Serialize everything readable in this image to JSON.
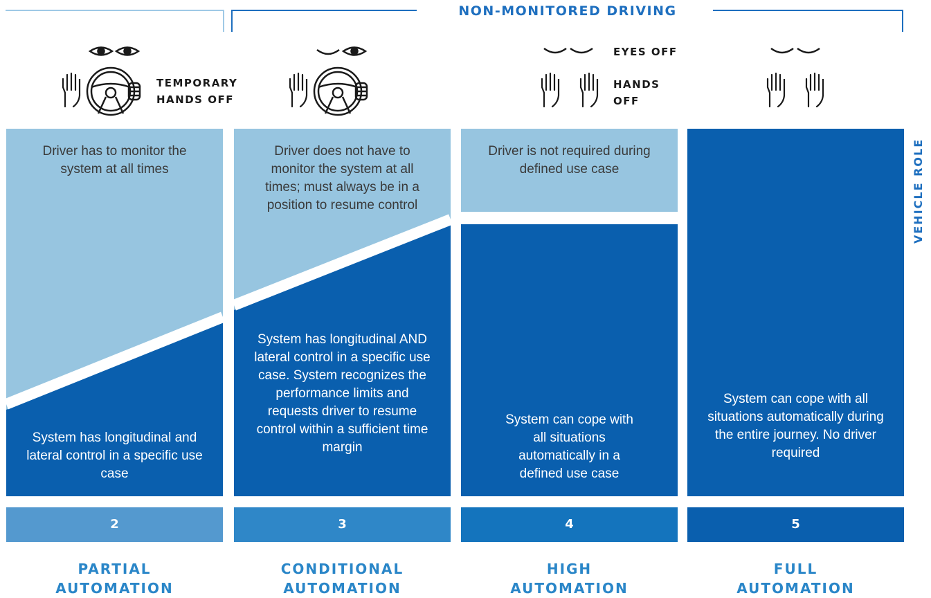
{
  "header": {
    "title": "NON-MONITORED DRIVING"
  },
  "side_label": "VEHICLE ROLE",
  "icon_labels": {
    "temporary_hands_off": [
      "TEMPORARY",
      "HANDS OFF"
    ],
    "eyes_off": "EYES OFF",
    "hands_off": [
      "HANDS",
      "OFF"
    ]
  },
  "levels": [
    {
      "number": "2",
      "name": [
        "PARTIAL",
        "AUTOMATION"
      ],
      "driver_text": "Driver has to monitor the system at all times",
      "system_text": "System has longitudinal and lateral control in a specific use case"
    },
    {
      "number": "3",
      "name": [
        "CONDITIONAL",
        "AUTOMATION"
      ],
      "driver_text": "Driver does not have to monitor the system at all times; must always be in a position to resume control",
      "system_text": "System has longitudinal AND lateral control in a specific use case. System recognizes the performance limits and requests driver to resume control within a sufficient time margin"
    },
    {
      "number": "4",
      "name": [
        "HIGH",
        "AUTOMATION"
      ],
      "driver_text": "Driver is not required during defined use case",
      "system_text": "System can cope with all situations automatically in a defined use case"
    },
    {
      "number": "5",
      "name": [
        "FULL",
        "AUTOMATION"
      ],
      "driver_text": "",
      "system_text": "System can cope with all situations automatically during the entire journey. No driver required"
    }
  ],
  "colors": {
    "light_blue": "#97c5e0",
    "dark_blue": "#0a5fae",
    "bar_2": "#5499cf",
    "bar_3": "#2f87c8",
    "bar_4": "#1474bd",
    "bar_5": "#0a5fae",
    "accent": "#1e6fbf"
  }
}
